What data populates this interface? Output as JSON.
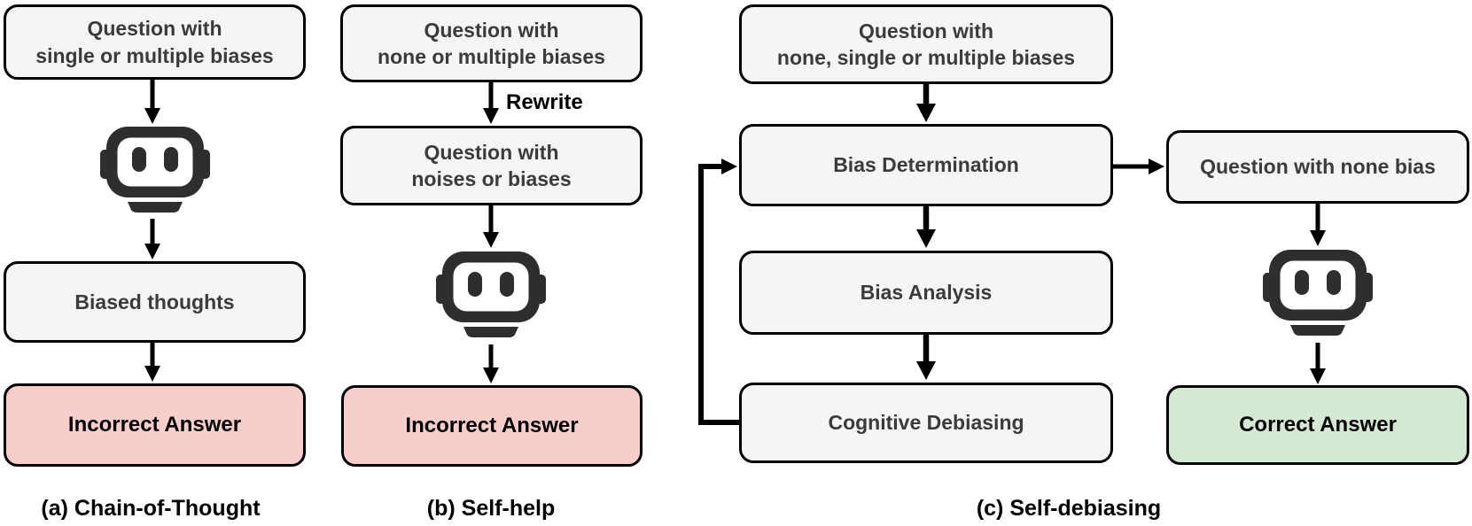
{
  "colors": {
    "box_bg": "#f5f5f5",
    "incorrect_bg": "#f8cecc",
    "correct_bg": "#d5e8d4",
    "box_text": "#3b3b3b",
    "answer_text": "#000000",
    "ink": "#2e2e2e"
  },
  "panel_a": {
    "caption": "(a) Chain-of-Thought",
    "question_box": "Question with\nsingle or multiple biases",
    "thoughts_box": "Biased thoughts",
    "answer_box": "Incorrect Answer"
  },
  "panel_b": {
    "caption": "(b) Self-help",
    "question_box": "Question with\nnone or multiple biases",
    "rewrite_label": "Rewrite",
    "rewritten_box": "Question with\nnoises or biases",
    "answer_box": "Incorrect Answer"
  },
  "panel_c": {
    "caption": "(c) Self-debiasing",
    "question_box": "Question with\nnone, single or multiple biases",
    "determination_box": "Bias Determination",
    "analysis_box": "Bias Analysis",
    "debiasing_box": "Cognitive Debiasing",
    "clean_question_box": "Question with none bias",
    "answer_box": "Correct Answer"
  }
}
